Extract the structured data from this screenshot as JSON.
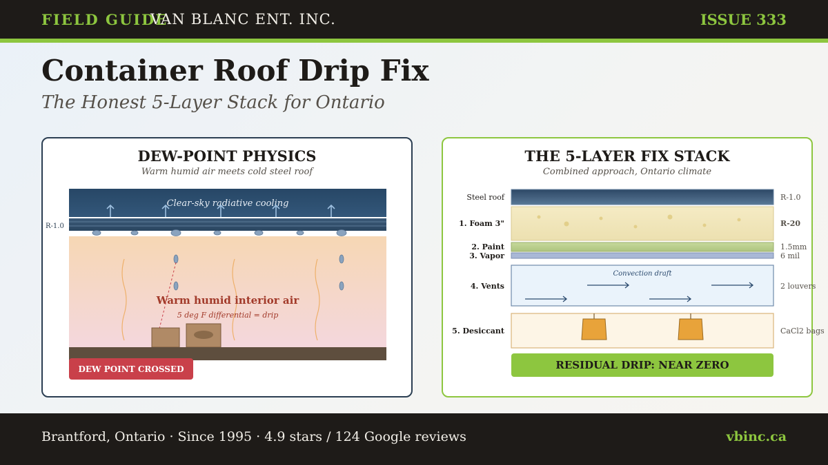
{
  "header": {
    "brand": "FIELD GUIDE",
    "company": "VAN BLANC ENT. INC.",
    "issue": "ISSUE 333"
  },
  "title": "Container Roof Drip Fix",
  "subtitle": "The Honest 5-Layer Stack for Ontario",
  "left_panel": {
    "title": "DEW-POINT PHYSICS",
    "subtitle": "Warm humid air meets cold steel roof",
    "sky_label": "Clear-sky radiative cooling",
    "roof_rvalue": "R-1.0",
    "interior_label": "Warm humid interior air",
    "differential_label": "5 deg F differential = drip",
    "badge": "DEW POINT CROSSED"
  },
  "right_panel": {
    "title": "THE 5-LAYER FIX STACK",
    "subtitle": "Combined approach, Ontario climate",
    "layers": [
      {
        "label": "Steel roof",
        "note": "R-1.0"
      },
      {
        "label": "1. Foam 3\"",
        "note": "R-20"
      },
      {
        "label": "2. Paint",
        "note": "1.5mm"
      },
      {
        "label": "3. Vapor",
        "note": "6 mil"
      },
      {
        "label": "4. Vents",
        "note": "2 louvers"
      },
      {
        "label": "5. Desiccant",
        "note": "CaCl2 bags"
      }
    ],
    "convection_label": "Convection draft",
    "result": "RESIDUAL DRIP: NEAR ZERO"
  },
  "colors": {
    "accent_green": "#8dc63f",
    "dark": "#1e1b18",
    "alert_red": "#c9404a",
    "desiccant_orange": "#e8a33a"
  },
  "footer": {
    "info": "Brantford, Ontario · Since 1995 · 4.9 stars / 124 Google reviews",
    "url": "vbinc.ca"
  }
}
